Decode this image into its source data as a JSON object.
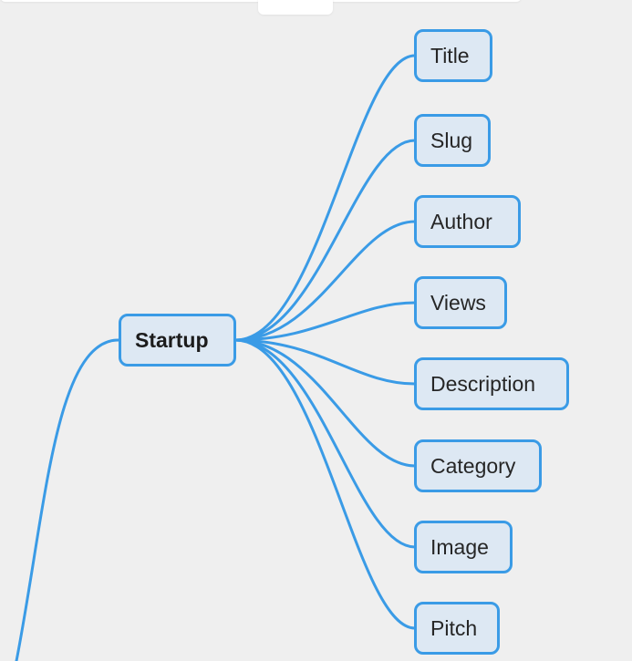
{
  "diagram": {
    "type": "mind-map",
    "line_color": "#3a9be6",
    "node_fill": "#dde8f3",
    "background": "#efefef",
    "root": {
      "label": "Startup"
    },
    "children": [
      {
        "label": "Title"
      },
      {
        "label": "Slug"
      },
      {
        "label": "Author"
      },
      {
        "label": "Views"
      },
      {
        "label": "Description"
      },
      {
        "label": "Category"
      },
      {
        "label": "Image"
      },
      {
        "label": "Pitch"
      }
    ]
  }
}
